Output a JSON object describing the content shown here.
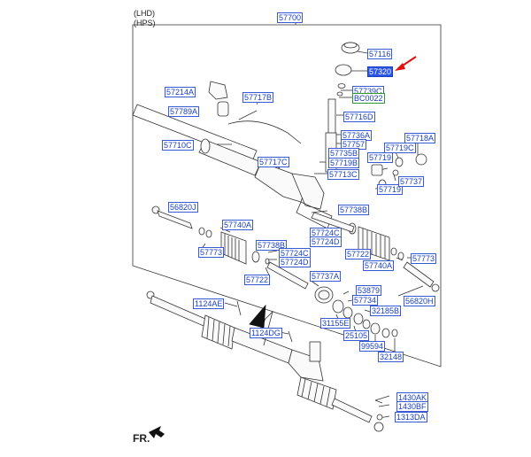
{
  "header": {
    "line1": "(LHD)",
    "line2": "(HPS)"
  },
  "fr_label": "FR.",
  "labels": {
    "l57700": "57700",
    "l57116": "57116",
    "l57320": "57320",
    "l57739C": "57739C",
    "lBC0022": "BC0022",
    "l57716D": "57716D",
    "l57214A": "57214A",
    "l57717B": "57717B",
    "l57789A": "57789A",
    "l57710C": "57710C",
    "l57717C": "57717C",
    "l57736A": "57736A",
    "l57757": "57757",
    "l57735B": "57735B",
    "l57719B": "57719B",
    "l57713C": "57713C",
    "l57718A": "57718A",
    "l57719C": "57719C",
    "l57719a": "57719",
    "l57719b": "57719",
    "l57737": "57737",
    "l56820J": "56820J",
    "l57738B_r": "57738B",
    "l57740A_l": "57740A",
    "l57724C_r": "57724C",
    "l57724D_r": "57724D",
    "l57773_l": "57773",
    "l57738B_l": "57738B",
    "l57724C_l": "57724C",
    "l57724D_l": "57724D",
    "l57722_r": "57722",
    "l57740A_r": "57740A",
    "l57773_r": "57773",
    "l57722_l": "57722",
    "l57737A": "57737A",
    "l53879": "53879",
    "l57734": "57734",
    "l56820H": "56820H",
    "l1124AE": "1124AE",
    "l32185B": "32185B",
    "l31155E": "31155E",
    "l25105": "25105",
    "l99594": "99594",
    "l1124DG": "1124DG",
    "l32148": "32148",
    "l1430AK": "1430AK",
    "l1430BF": "1430BF",
    "l1313DA": "1313DA"
  }
}
